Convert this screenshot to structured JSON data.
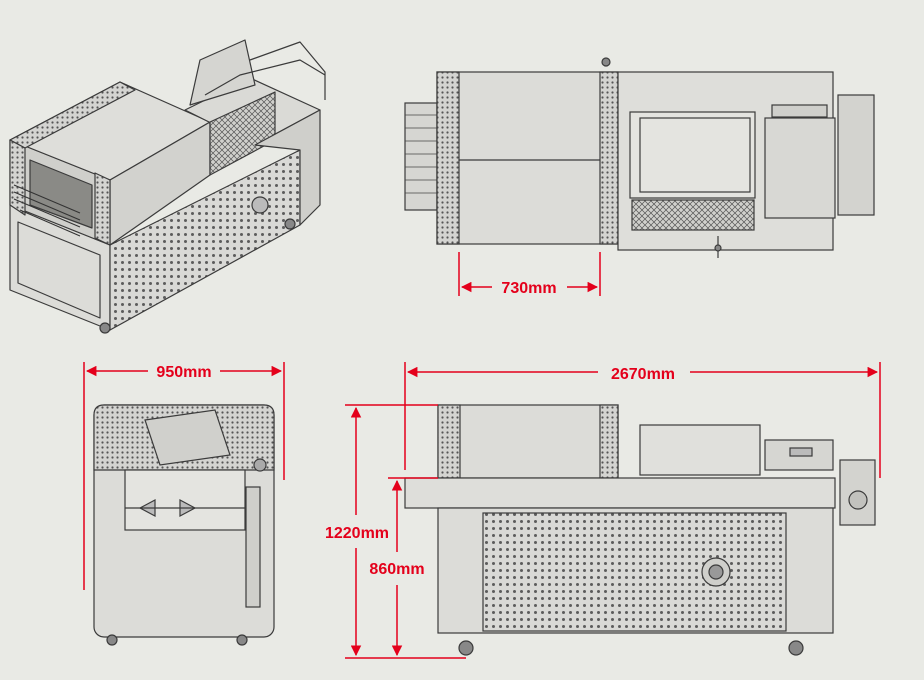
{
  "colors": {
    "background": "#e9eae5",
    "line": "#3b3b3b",
    "panel": "#d9d9d6",
    "panel_dark": "#c7c7c3",
    "dimension": "#e4001b"
  },
  "dimensions": {
    "top_width": "730mm",
    "side_width": "950mm",
    "front_length": "2670mm",
    "total_height": "1220mm",
    "table_height": "860mm"
  }
}
